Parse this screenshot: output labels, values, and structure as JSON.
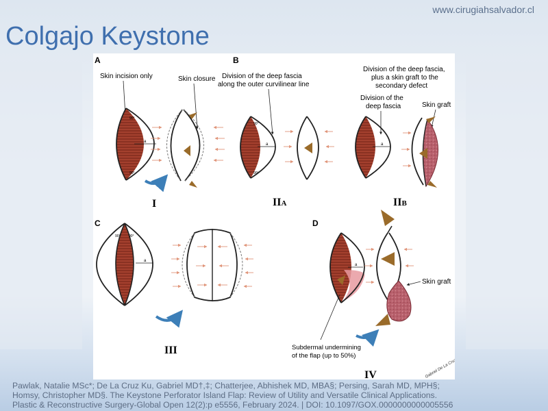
{
  "site": "www.cirugiahsalvador.cl",
  "title": "Colgajo Keystone",
  "panels": {
    "a": {
      "letter": "A",
      "label_incision": "Skin incision only",
      "label_closure": "Skin closure",
      "numeral": "I"
    },
    "b": {
      "letter": "B",
      "label_fascia_line1": "Division of the deep fascia",
      "label_fascia_line2": "along the outer curvilinear line",
      "numeral_main": "II",
      "numeral_sub": "A"
    },
    "b2": {
      "label_top_line1": "Division of the deep fascia,",
      "label_top_line2": "plus a skin graft to the",
      "label_top_line3": "secondary defect",
      "label_div_line1": "Division of the",
      "label_div_line2": "deep fascia",
      "label_graft": "Skin graft",
      "numeral_main": "II",
      "numeral_sub": "B"
    },
    "c": {
      "letter": "C",
      "numeral": "III"
    },
    "d": {
      "letter": "D",
      "label_graft": "Skin graft",
      "label_under_line1": "Subdermal undermining",
      "label_under_line2": "of the flap (up to 50%)",
      "numeral": "IV"
    }
  },
  "angle_label": "90°",
  "dim_label": "a",
  "signature": "Gabriel De La Cruz Ku",
  "citation": {
    "line1": "Pawlak, Natalie MSc*; De La Cruz Ku, Gabriel MD†,‡; Chatterjee, Abhishek MD, MBA§; Persing, Sarah MD, MPH§;",
    "line2": "Homsy, Christopher MD§. The Keystone Perforator Island Flap: Review of Utility and Versatile Clinical Applications.",
    "line3": "Plastic & Reconstructive Surgery-Global Open 12(2):p e5556, February 2024. | DOI: 10.1097/GOX.0000000000005556"
  }
}
